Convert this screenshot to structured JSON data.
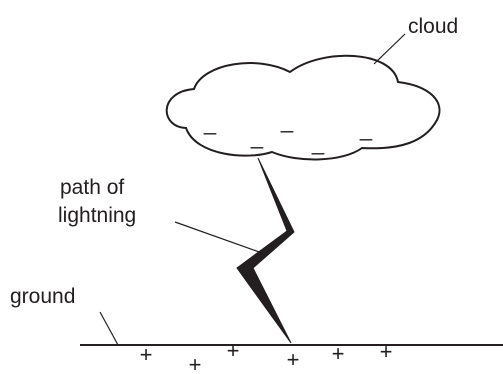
{
  "labels": {
    "cloud": "cloud",
    "path_line1": "path of",
    "path_line2": "lightning",
    "ground": "ground"
  },
  "charges": {
    "cloud_symbol": "_",
    "ground_symbol": "+"
  },
  "colors": {
    "stroke": "#231f20",
    "cloud_fill": "#ffffff"
  }
}
